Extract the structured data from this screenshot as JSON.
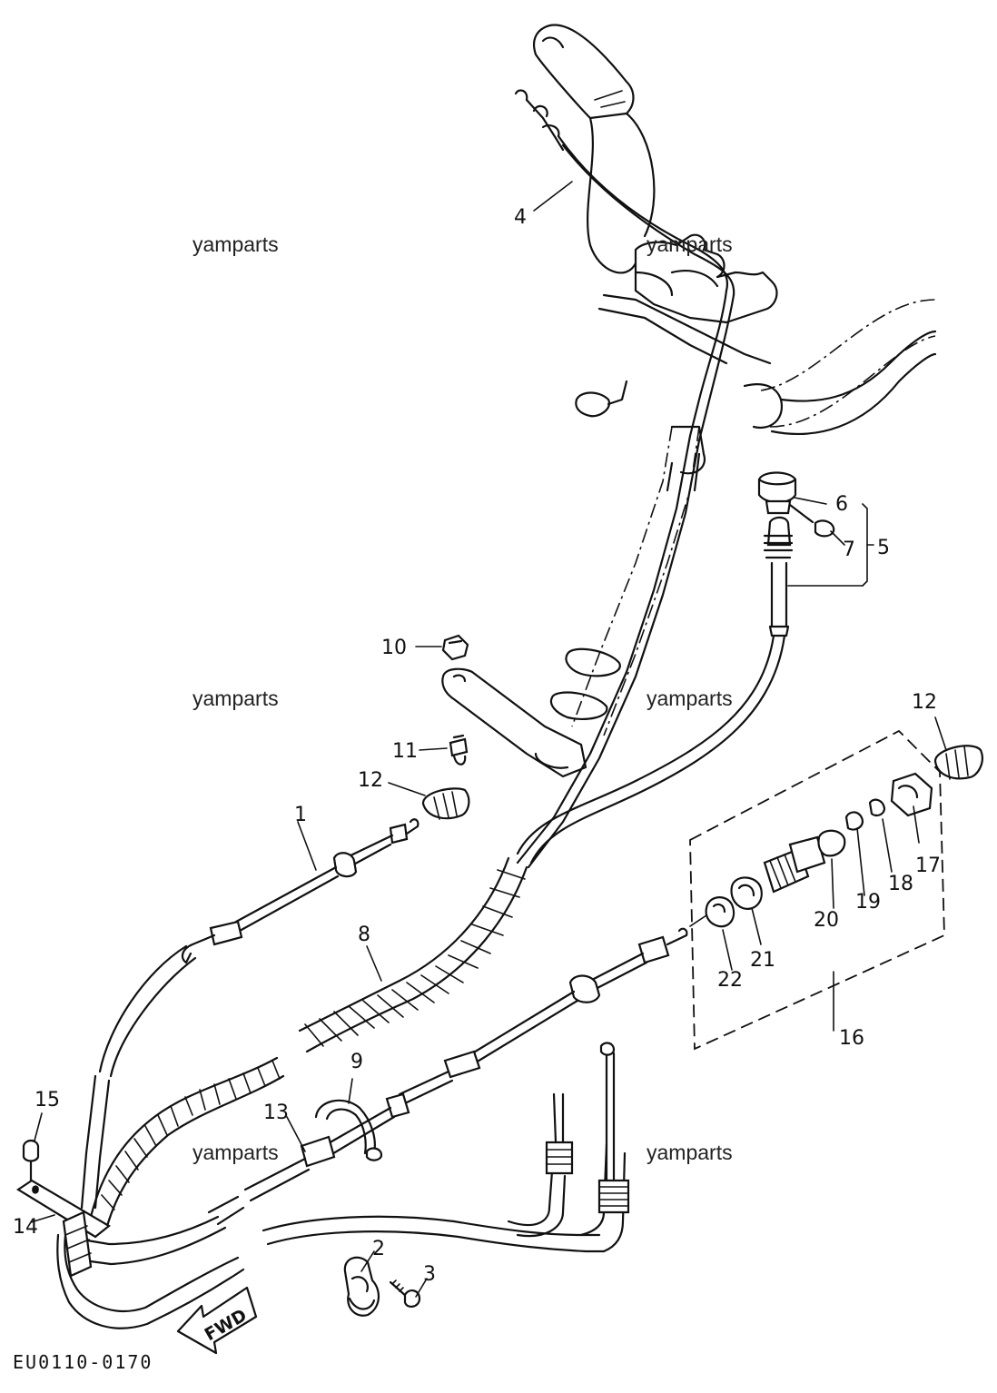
{
  "diagram": {
    "watermark": "yamparts",
    "drawing_code": "EU0110-0170",
    "direction_arrow_text": "FWD",
    "callouts": [
      "1",
      "2",
      "3",
      "4",
      "5",
      "6",
      "7",
      "8",
      "9",
      "10",
      "11",
      "12",
      "12",
      "13",
      "14",
      "15",
      "16",
      "17",
      "18",
      "19",
      "20",
      "21",
      "22"
    ]
  }
}
